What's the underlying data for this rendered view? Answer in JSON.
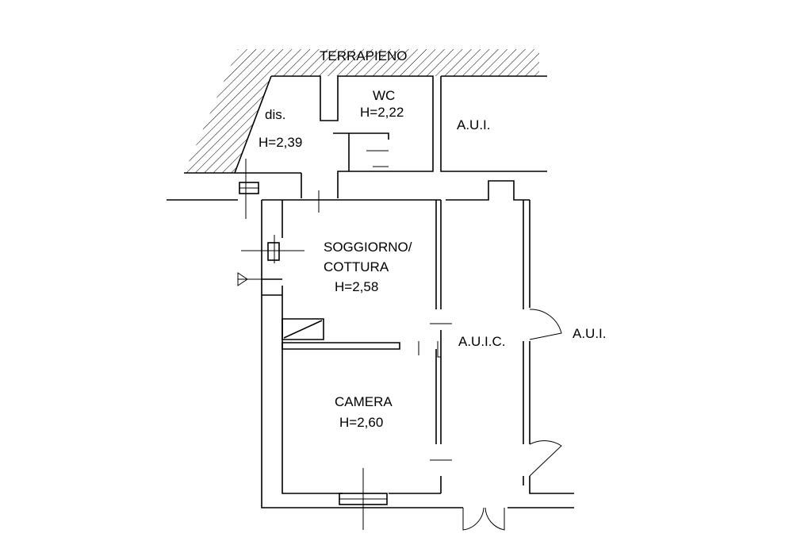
{
  "plan": {
    "hatch_label": "TERRAPIENO",
    "rooms": [
      {
        "name": "dis.",
        "height": "H=2,39"
      },
      {
        "name": "WC",
        "height": "H=2,22"
      },
      {
        "name": "SOGGIORNO/",
        "name2": "COTTURA",
        "height": "H=2,58"
      },
      {
        "name": "CAMERA",
        "height": "H=2,60"
      }
    ],
    "areas": [
      "A.U.I.",
      "A.U.I.C.",
      "A.U.I."
    ]
  }
}
